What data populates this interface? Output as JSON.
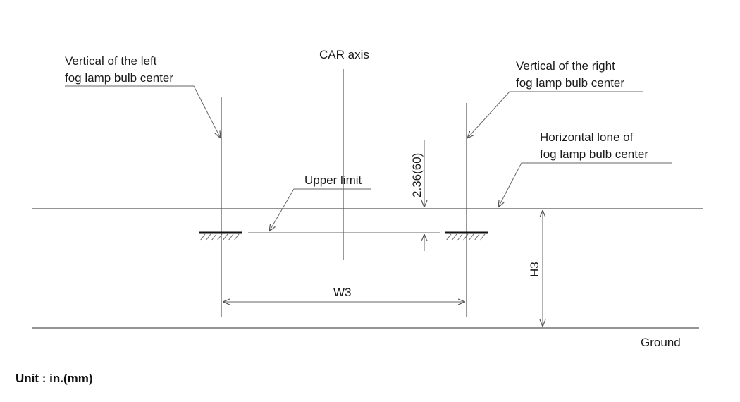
{
  "labels": {
    "left_vertical_line1": "Vertical of the left",
    "left_vertical_line2": "fog lamp bulb center",
    "car_axis": "CAR axis",
    "right_vertical_line1": "Vertical of the right",
    "right_vertical_line2": "fog lamp bulb center",
    "horizontal_line1": "Horizontal lone of",
    "horizontal_line2": "fog lamp bulb center",
    "upper_limit": "Upper limit",
    "dimension_236": "2.36(60)",
    "w3": "W3",
    "h3": "H3",
    "ground": "Ground",
    "unit": "Unit : in.(mm)"
  },
  "colors": {
    "line": "#555555",
    "text": "#1a1a1a",
    "background": "#ffffff"
  }
}
